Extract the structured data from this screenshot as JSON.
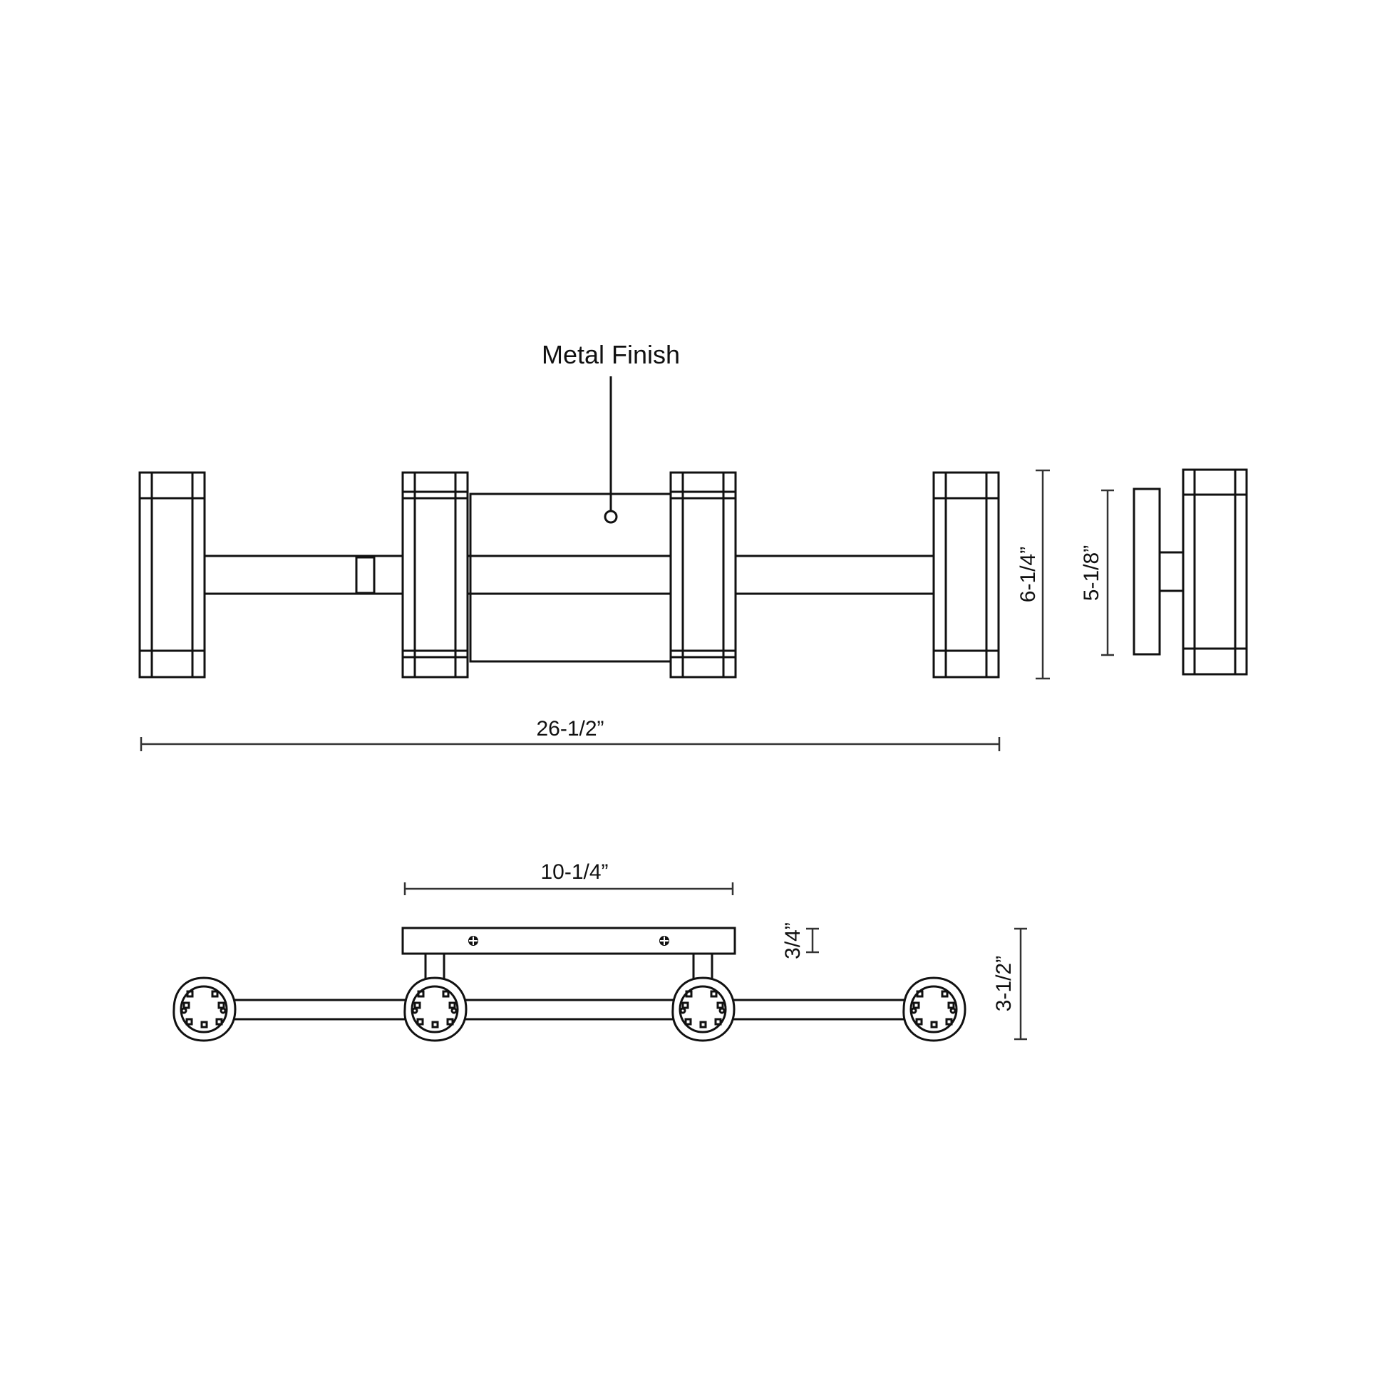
{
  "diagram": {
    "type": "technical-line-drawing",
    "subject": "4-light bath/vanity fixture",
    "callouts": {
      "finish_label": "Metal Finish"
    },
    "front_view": {
      "overall_width": "26-1/2”",
      "overall_height": "6-1/4”",
      "light_count": 4
    },
    "side_view": {
      "backplate_height": "5-1/8”"
    },
    "top_view": {
      "backplate_width": "10-1/4”",
      "backplate_depth": "3/4”",
      "overall_depth": "3-1/2”",
      "screw_count": 2
    },
    "colors": {
      "line": "#111111",
      "dimension_line": "#333333",
      "background": "#ffffff"
    }
  }
}
